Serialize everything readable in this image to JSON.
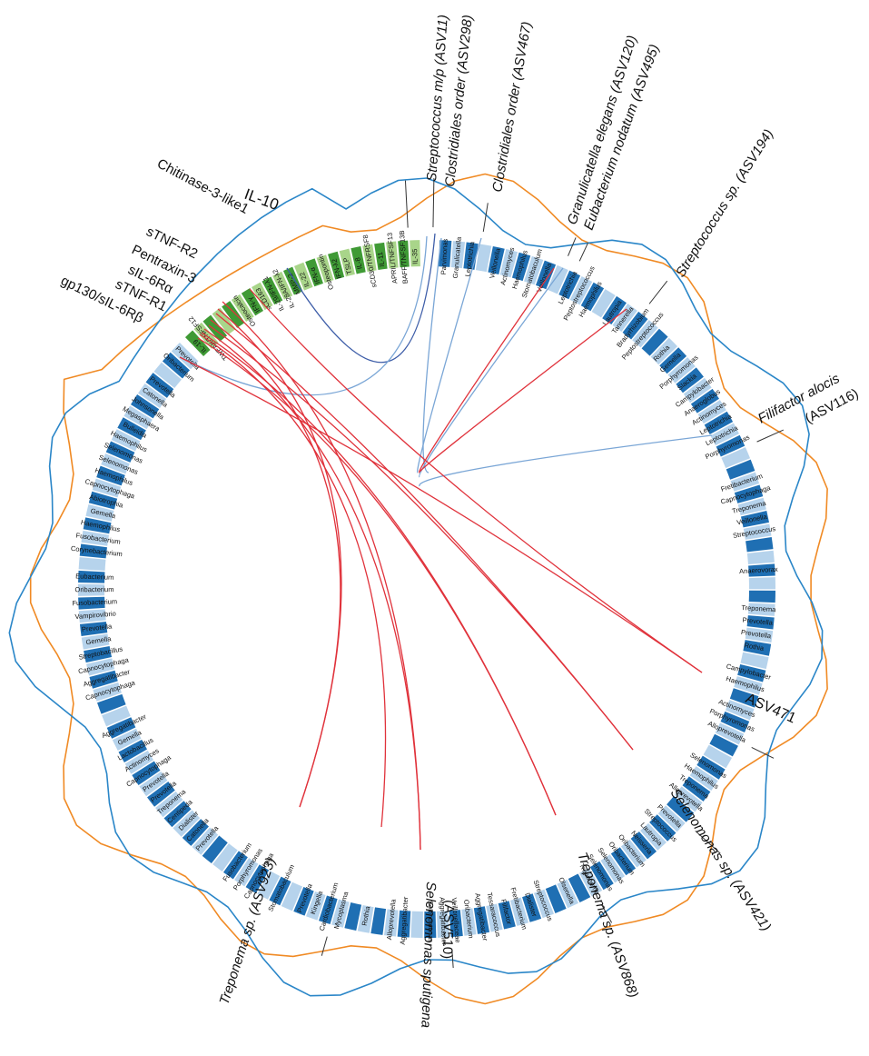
{
  "colors": {
    "cytokine_dark": "#3f9a35",
    "cytokine_light": "#a9d58a",
    "taxa_dark": "#1f6fb3",
    "taxa_light": "#b6d3ec",
    "link_negative": "#e0323b",
    "link_positive": "#7aa6d6",
    "link_positive_dark": "#3d5da8",
    "trace_orange": "#f08a24",
    "trace_blue": "#2a86c8"
  },
  "cytokine_segments": [
    "IL-35",
    "BAFF/TNFSF13B",
    "APRIL/TNFSF13",
    "IL-11",
    "sCD30/TNFRSF8",
    "IL-8",
    "TSLP",
    "IFN-λ2",
    "Osteopontin",
    "IFN-α",
    "IL-22",
    "MMP-2",
    "IL-28A/IFN-λ2",
    "IL-29/IFN-λ1",
    "sCD163",
    "IFN-γ",
    "Osteocalcin",
    "",
    "",
    "",
    "TWEAK/TNFSF12",
    "IL-19"
  ],
  "taxa_segments": [
    "Parvimonas",
    "Granulicatella",
    "Leptotrichia",
    "",
    "Veillonella",
    "Actinomyces",
    "Haemophilus",
    "Stomatobaculum",
    "Veillonella",
    "",
    "Leptotrichia",
    "Peptostreptococcus",
    "Haemophilus",
    "",
    "Lautropia",
    "Tannerella",
    "Bradyrhizobium",
    "Peptostreptococcus",
    "",
    "Rothia",
    "Gemella",
    "Porphyromonas",
    "Slackia",
    "Campylobacter",
    "Anaeroglobus",
    "Actinomyces",
    "Leptotrichia",
    "Leptotrichia",
    "Porphyromonas",
    "",
    "",
    "Fretibacterium",
    "Capnocytophaga",
    "Treponema",
    "Veillonella",
    "Streptococcus",
    "",
    "",
    "Anaerovorax",
    "",
    "",
    "Treponema",
    "Prevotella",
    "Prevotella",
    "Rothia",
    "",
    "Campylobacter",
    "Haemophilus",
    "",
    "Actinomyces",
    "Porphyromonas",
    "Alloprevotella",
    "",
    "",
    "Selenomonas",
    "Haemophilus",
    "Treponema",
    "Alloprevotella",
    "",
    "Prevotella",
    "Streptococcus",
    "Lautropia",
    "Neisseria",
    "Oribacterium",
    "Oribacterium",
    "Selenomonas",
    "Selenomonas",
    "Treponema",
    "",
    "Olsenella",
    "",
    "Streptococcus",
    "Dialister",
    "Fretibacterium",
    "Filifactor",
    "Tessaracoccus",
    "Aggregatibacter",
    "Oribacterium",
    "Veillonellaceae",
    "Aggregatibacter",
    "Selenomonas",
    "",
    "Aggregatibacter",
    "Alloprevotella",
    "",
    "Rothia",
    "",
    "Mycoplasma",
    "Cardiobacterium",
    "Kingella",
    "Prevotella",
    "",
    "Stomatobaculum",
    "",
    "Capnocytophaga",
    "Porphyromonas",
    "Fusobacterium",
    "",
    "",
    "Prevotella",
    "Catonella",
    "Dialister",
    "Centipeda",
    "Treponema",
    "Prevotella",
    "Prevotella",
    "Capnocytophaga",
    "Actinomyces",
    "Lactobacillus",
    "Gemella",
    "Aggregatibacter",
    "",
    "",
    "Capnocytophaga",
    "Aggregatibacter",
    "Capnocytophaga",
    "Streptobacillus",
    "Gemella",
    "Prevotella",
    "Vampirovibrio",
    "Fusobacterium",
    "Oribacterium",
    "Eubacterium",
    "",
    "Corynebacterium",
    "Fusobacterium",
    "Haemophilus",
    "Gemella",
    "Abiotrophia",
    "Capnocytophaga",
    "Haemophilus",
    "Selenomonas",
    "Selenomonas",
    "Haemophilus",
    "Bulleidia",
    "Megasphaera",
    "Johnsonella",
    "Catonella",
    "Prevotella",
    "",
    "Oribacterium",
    "Prevotella"
  ],
  "annotations": {
    "chitinase": "Chitinase-3-like1",
    "il10": "IL-10",
    "stnfr2": "sTNF-R2",
    "pentraxin": "Pentraxin-3",
    "sil6ra": "sIL-6Rα",
    "stnfr1": "sTNF-R1",
    "gp130": "gp130/sIL-6Rβ",
    "strep_mp": "Streptococcus m/p (ASV11)",
    "clost298": "Clostridiales order (ASV298)",
    "clost467": "Clostridiales order (ASV467)",
    "granuli": "Granulicatella elegans (ASV120)",
    "eubact": "Eubacterium nodatum (ASV495)",
    "strep194": "Streptococcus sp. (ASV194)",
    "filifactor": "Filifactor alocis",
    "filifactor2": "(ASV116)",
    "asv471": "ASV471",
    "seleno421": "Selenomonas sp. (ASV421)",
    "trep868": "Treponema sp. (ASV868)",
    "seleno510": "Selenomonas sputigena",
    "seleno510b": "(ASV510)",
    "trep923": "Treponema sp. (ASV923)"
  }
}
